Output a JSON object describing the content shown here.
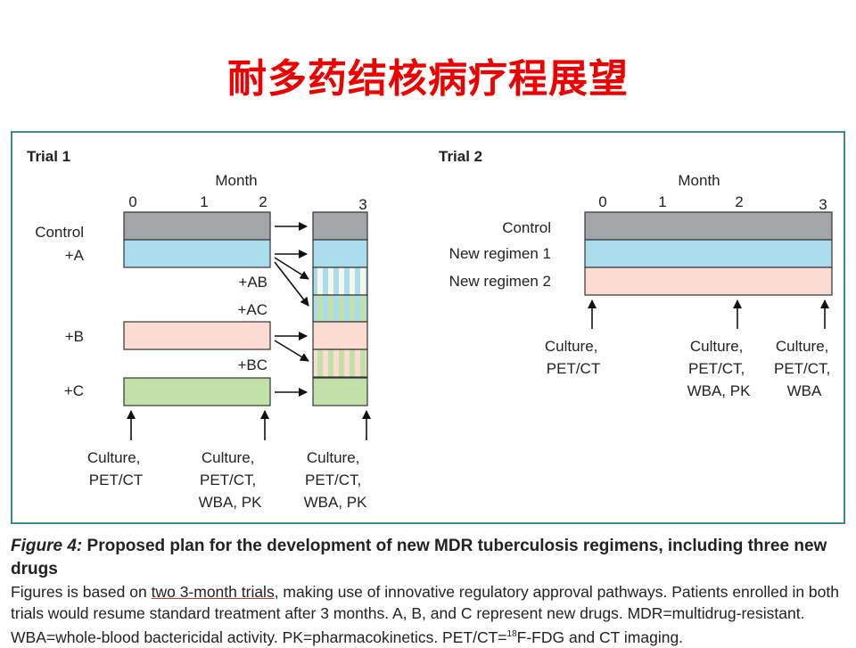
{
  "slide": {
    "title": "耐多药结核病疗程展望"
  },
  "colors": {
    "control": "#a3a6a8",
    "drug_a": "#abdced",
    "drug_b": "#fcdcd2",
    "drug_c": "#c2e1a8",
    "frame": "#3d8c8c",
    "title": "#ee0000"
  },
  "trial1": {
    "label": "Trial 1",
    "month_label": "Month",
    "ticks": [
      "0",
      "1",
      "2",
      "3"
    ],
    "rows": {
      "control": "Control",
      "a": "+A",
      "ab": "+AB",
      "ac": "+AC",
      "b": "+B",
      "bc": "+BC",
      "c": "+C"
    },
    "markers": [
      {
        "lines": [
          "Culture,",
          "PET/CT"
        ]
      },
      {
        "lines": [
          "Culture,",
          "PET/CT,",
          "WBA, PK"
        ]
      },
      {
        "lines": [
          "Culture,",
          "PET/CT,",
          "WBA, PK"
        ]
      }
    ]
  },
  "trial2": {
    "label": "Trial 2",
    "month_label": "Month",
    "ticks": [
      "0",
      "1",
      "2",
      "3"
    ],
    "rows": {
      "control": "Control",
      "regimen1": "New regimen 1",
      "regimen2": "New regimen 2"
    },
    "markers": [
      {
        "lines": [
          "Culture,",
          "PET/CT"
        ]
      },
      {
        "lines": [
          "Culture,",
          "PET/CT,",
          "WBA, PK"
        ]
      },
      {
        "lines": [
          "Culture,",
          "PET/CT,",
          "WBA"
        ]
      }
    ]
  },
  "caption": {
    "figure_label": "Figure 4:",
    "title": "Proposed plan for the development of new MDR tuberculosis regimens, including three new drugs",
    "line1_pre": "Figures is based on ",
    "line1_underlined": "two 3-month trials",
    "line1_post": ", making use of innovative regulatory approval pathways. Patients enrolled in both",
    "line2": "trials would resume standard treatment after 3 months. A, B, and C represent new drugs. MDR=multidrug-resistant.",
    "line3_pre": "WBA=whole-blood bactericidal activity. PK=pharmacokinetics. PET/CT=",
    "line3_sup": "18",
    "line3_post": "F-FDG and CT imaging."
  }
}
